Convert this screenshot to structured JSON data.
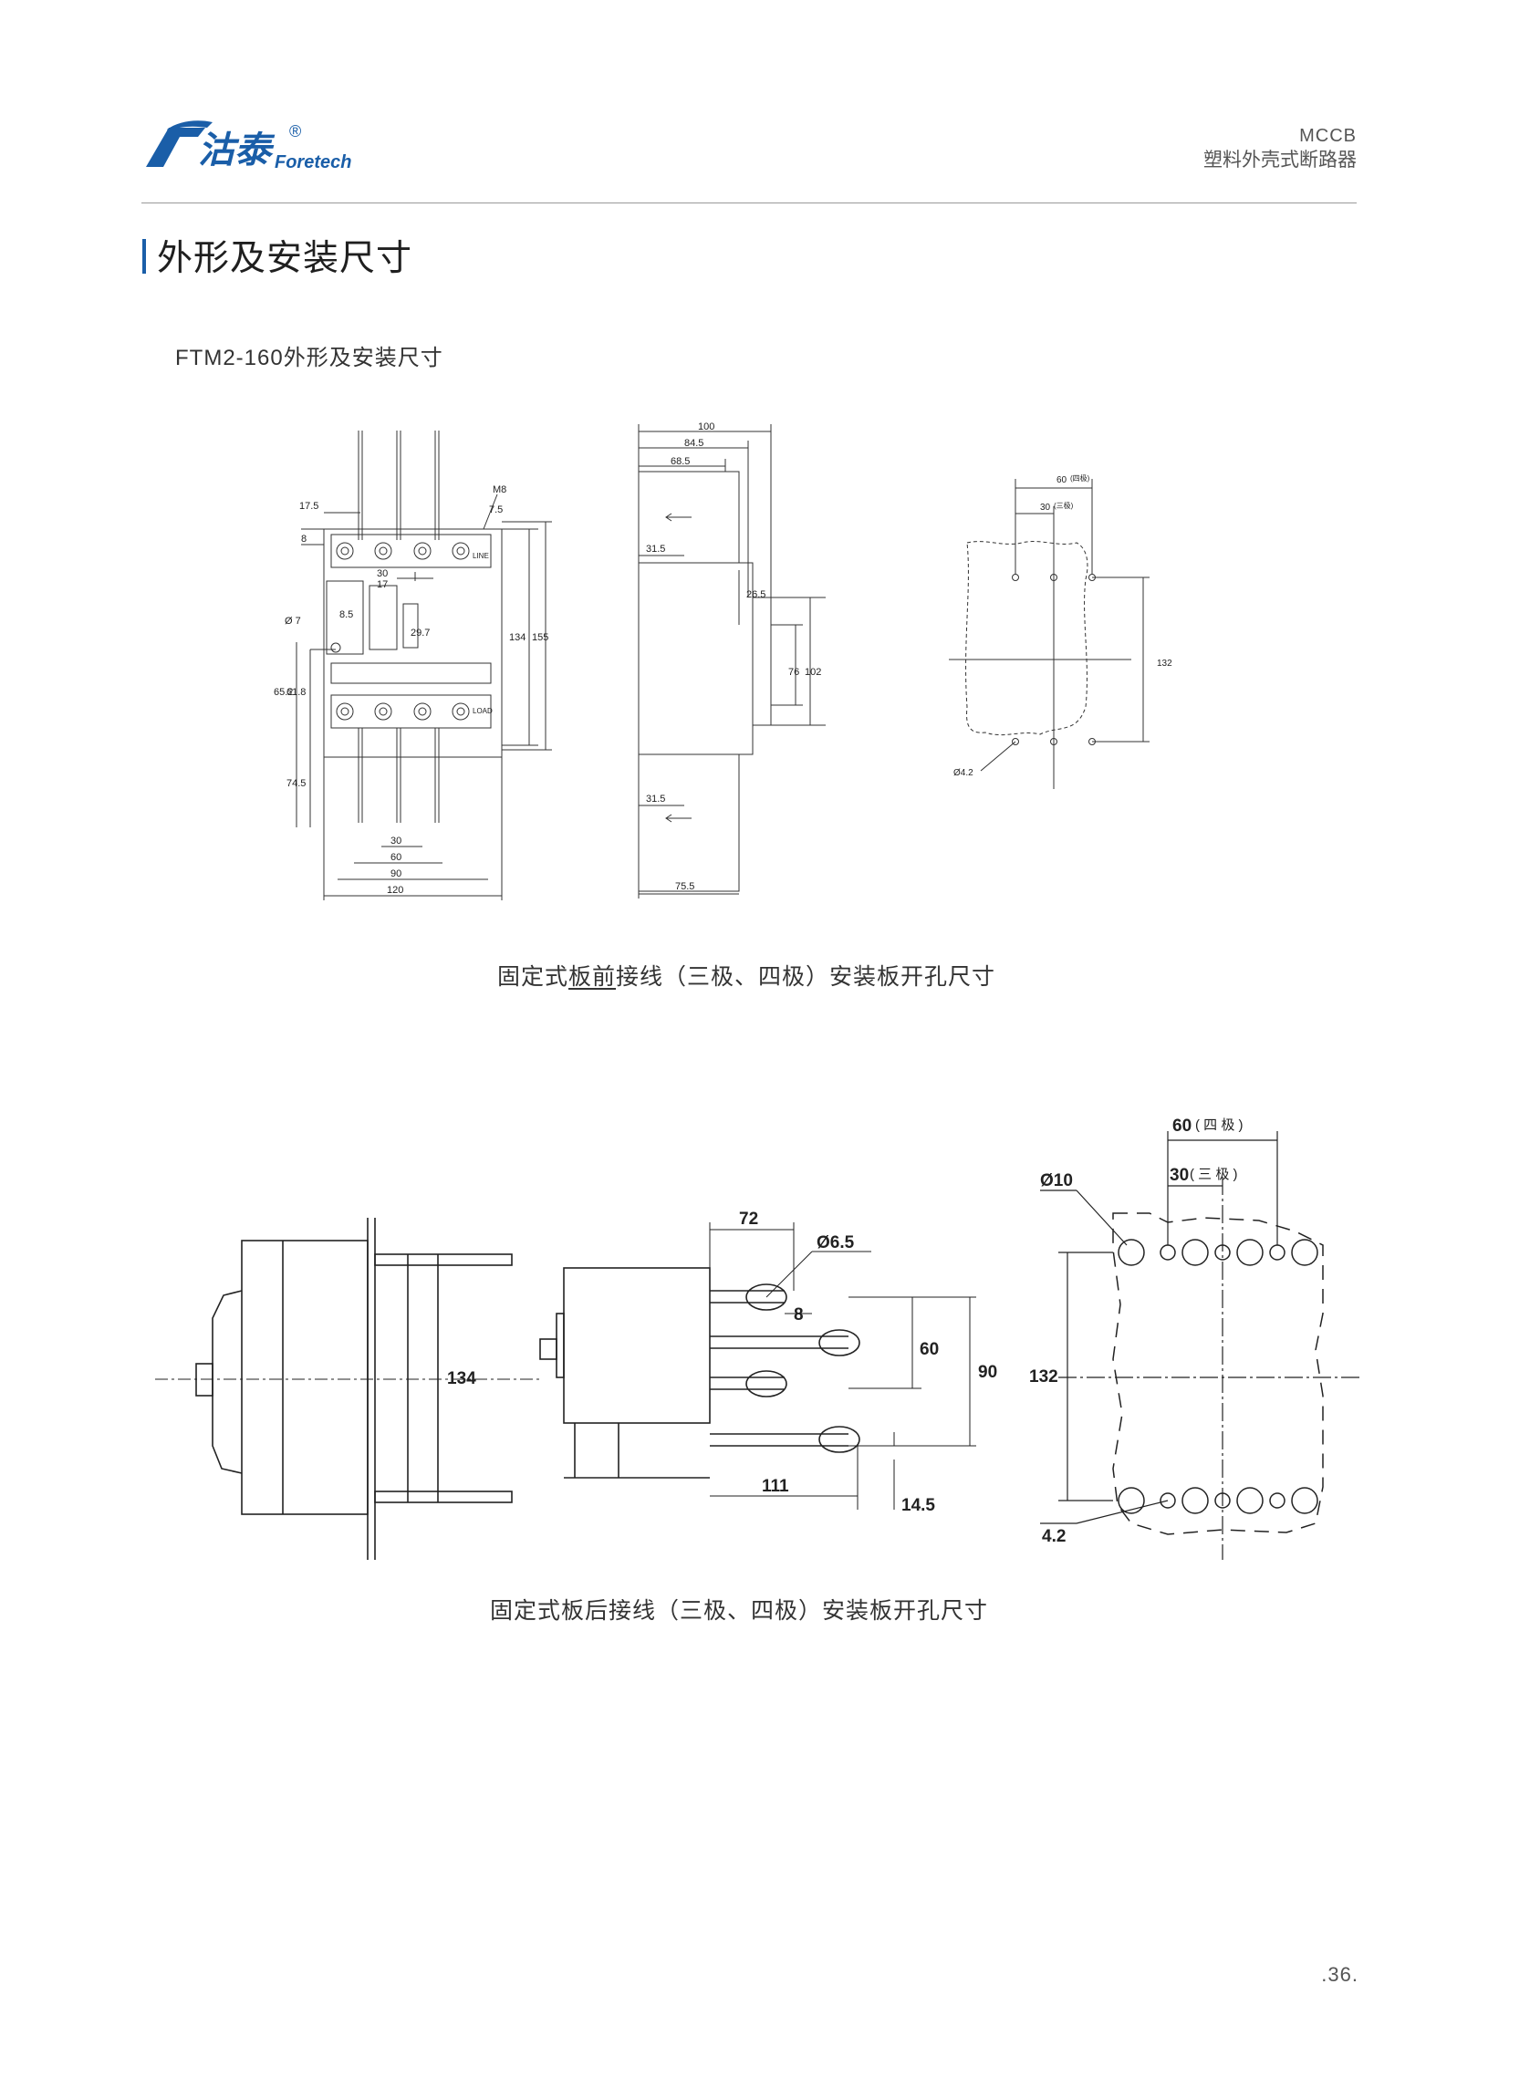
{
  "brand": {
    "logo_cn": "沽泰",
    "logo_en": "Foretech",
    "registered": "®",
    "color": "#1a5ea8"
  },
  "header": {
    "product_code": "MCCB",
    "product_name": "塑料外壳式断路器"
  },
  "section": {
    "title": "外形及安装尺寸"
  },
  "subheading": "FTM2-160外形及安装尺寸",
  "figure1": {
    "caption_prefix": "固定式",
    "caption_underlined": "板前",
    "caption_suffix": "接线（三极、四极）安装板开孔尺寸",
    "front": {
      "d_17_5": "17.5",
      "d_8": "8",
      "label_m8": "M8",
      "d_7_5": "7.5",
      "d_30": "30",
      "d_17": "17",
      "d_phi7": "Ø 7",
      "d_8_5": "8.5",
      "d_29_7": "29.7",
      "d_134": "134",
      "d_155": "155",
      "d_65_2": "65.2",
      "d_61_8": "61.8",
      "d_74_5": "74.5",
      "b_30": "30",
      "b_60": "60",
      "b_90": "90",
      "b_120": "120",
      "label_line": "LINE",
      "label_load": "LOAD"
    },
    "side": {
      "d_100": "100",
      "d_84_5": "84.5",
      "d_68_5": "68.5",
      "d_31_5_top": "31.5",
      "d_26_5": "26.5",
      "d_76": "76",
      "d_102": "102",
      "d_31_5_bot": "31.5",
      "d_75_5": "75.5"
    },
    "cutout": {
      "d_60": "60",
      "d_60_note": "(四极)",
      "d_30": "30",
      "d_30_note": "(三极)",
      "d_132": "132",
      "d_phi4_2": "Ø4.2"
    }
  },
  "figure2": {
    "caption": "固定式板后接线（三极、四极）安装板开孔尺寸",
    "left": {
      "d_134": "134"
    },
    "middle": {
      "d_72": "72",
      "d_phi6_5": "Ø6.5",
      "d_8": "8",
      "d_60": "60",
      "d_90": "90",
      "d_111": "111",
      "d_14_5": "14.5"
    },
    "right": {
      "d_60": "60",
      "d_60_note": "( 四 极 )",
      "d_30": "30",
      "d_30_note": "( 三 极 )",
      "d_phi10": "Ø10",
      "d_132": "132",
      "d_4_2": "4.2"
    }
  },
  "page_number": ".36."
}
